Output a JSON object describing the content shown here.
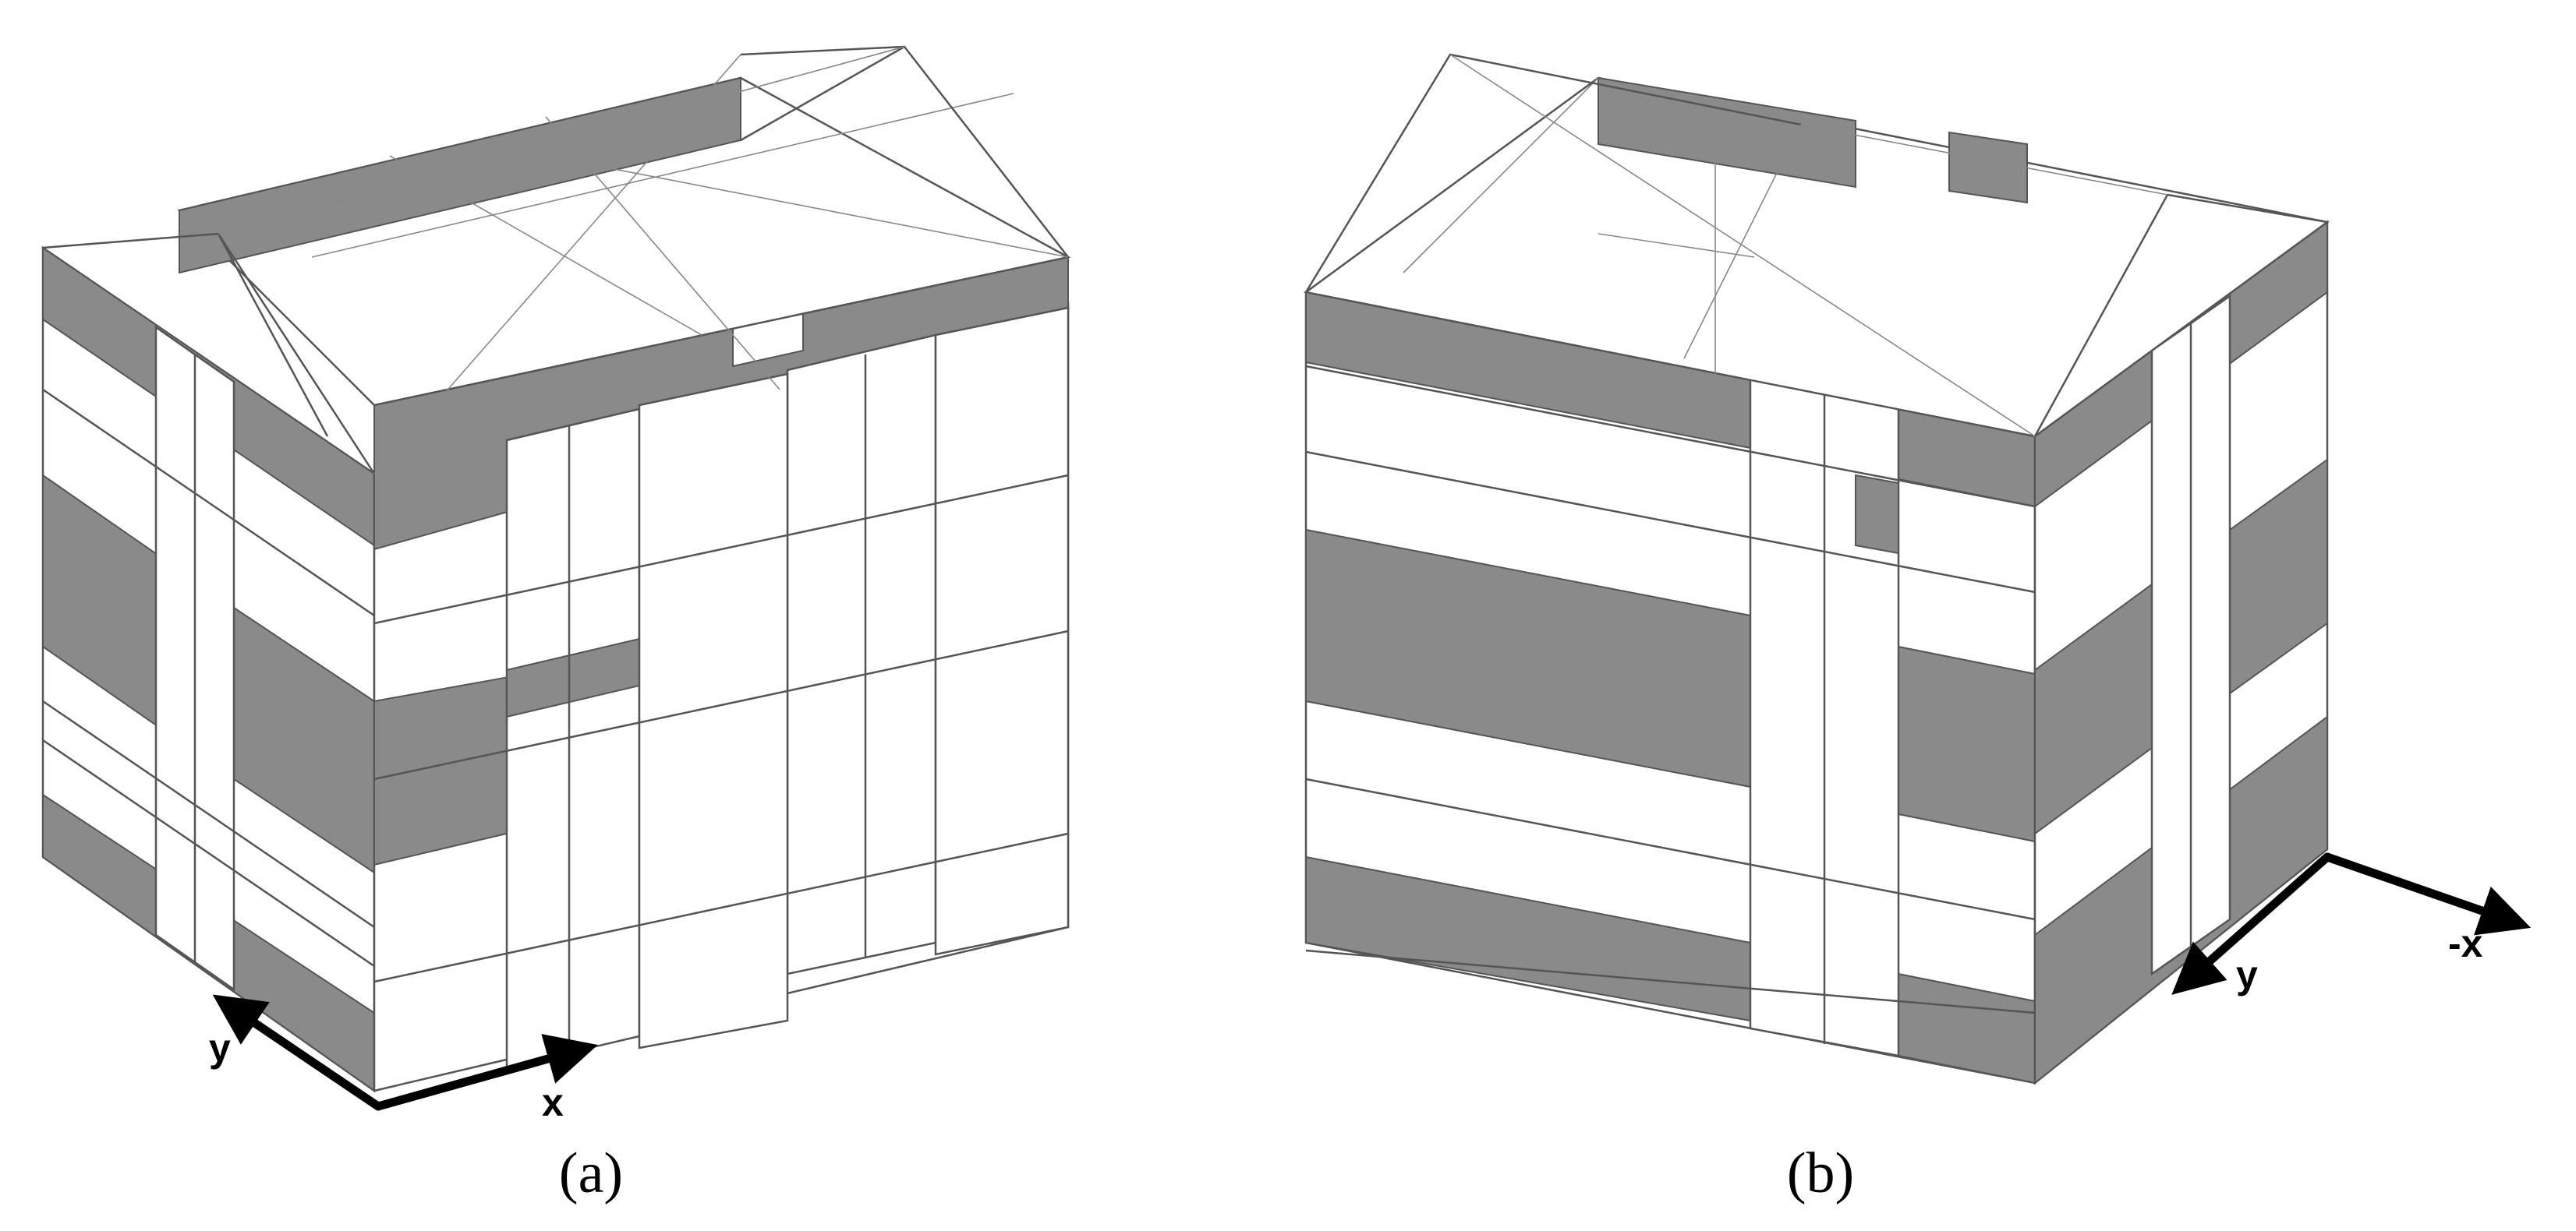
{
  "figure": {
    "panels": [
      {
        "id": "a",
        "caption": "(a)",
        "axes": {
          "first": "y",
          "second": "x"
        }
      },
      {
        "id": "b",
        "caption": "(b)",
        "axes": {
          "first": "y",
          "second": "-x"
        }
      }
    ],
    "colors": {
      "shaded_band": "#8a8a8a",
      "outline": "#555555",
      "background": "#ffffff"
    }
  }
}
